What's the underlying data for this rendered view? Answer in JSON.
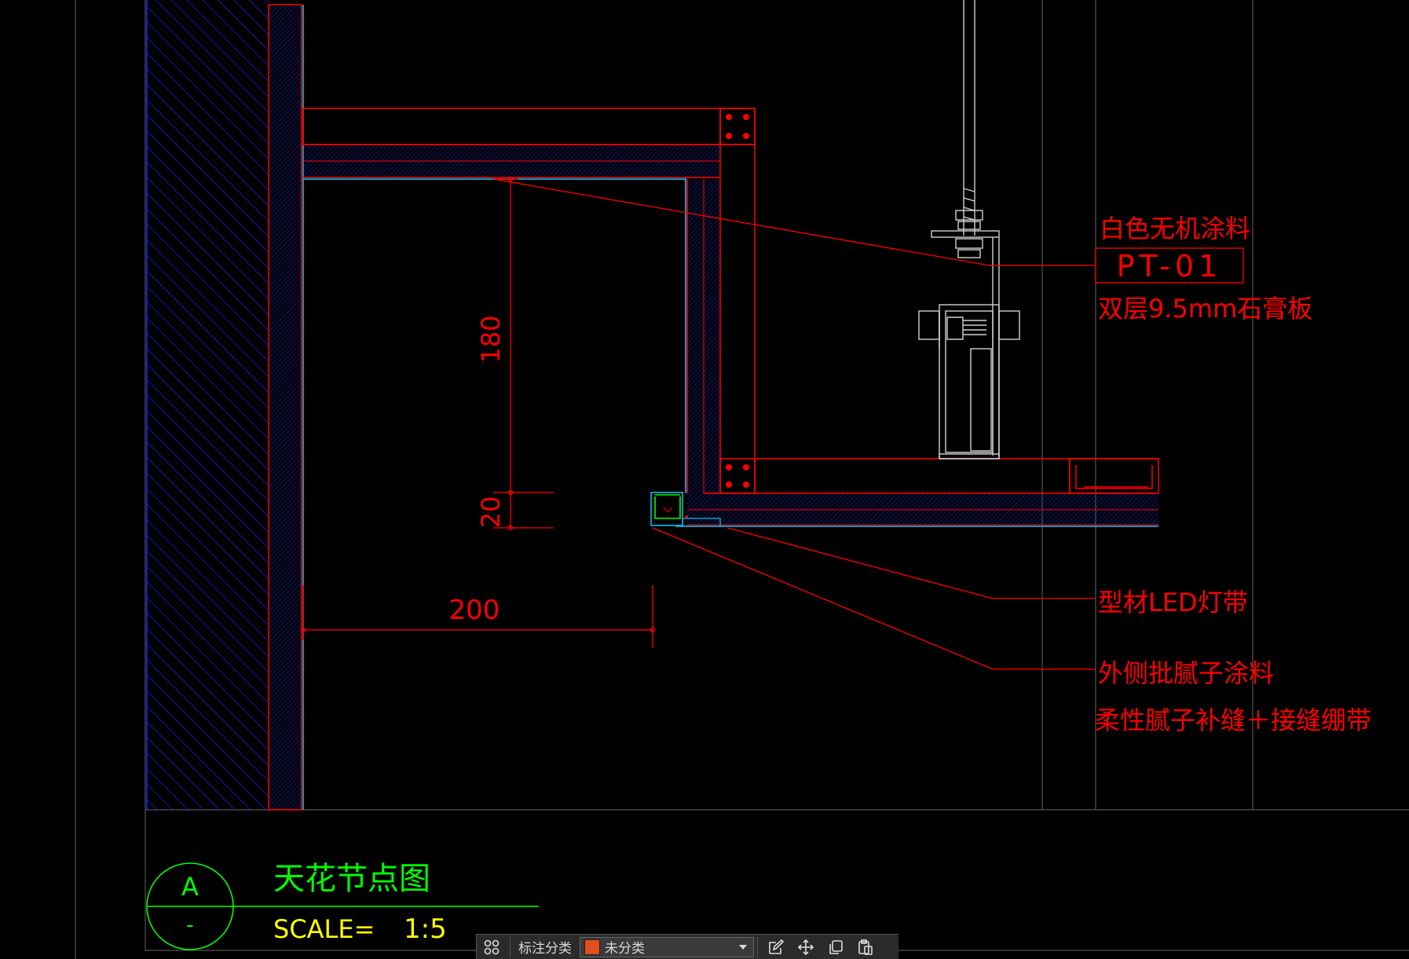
{
  "drawing": {
    "annotations": {
      "coating_label": "白色无机涂料",
      "material_code": "PT-01",
      "board_label": "双层9.5mm石膏板",
      "led_label": "型材LED灯带",
      "putty_label": "外侧批腻子涂料",
      "joint_label": "柔性腻子补缝＋接缝绷带"
    },
    "dimensions": {
      "dim_180": "180",
      "dim_20": "20",
      "dim_200": "200"
    },
    "title_block": {
      "section_letter": "A",
      "section_dash": "-",
      "title": "天花节点图",
      "scale_label": "SCALE=",
      "scale_value": "1:5"
    },
    "colors": {
      "background": "#000000",
      "linework": "#ff0000",
      "hatch": "#2020ff",
      "finish_line": "#00c8ff",
      "hanger": "#d0d0d0",
      "led_profile": "#00ff00",
      "title_text": "#00ff00",
      "scale_text": "#ffff00",
      "grid": "#555555"
    }
  },
  "toolbar": {
    "grid_icon": "grid-icon",
    "category_label": "标注分类",
    "category_value": "未分类",
    "category_color": "#e0501c",
    "edit_icon": "edit-icon",
    "move_icon": "move-icon",
    "copy_icon": "copy-icon",
    "paste_icon": "paste-icon"
  }
}
